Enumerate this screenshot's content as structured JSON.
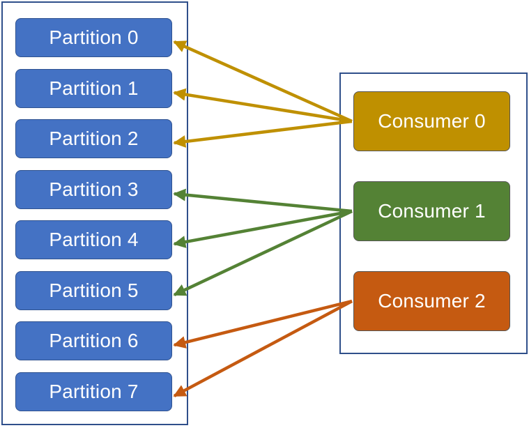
{
  "partitions": [
    {
      "label": "Partition 0"
    },
    {
      "label": "Partition 1"
    },
    {
      "label": "Partition 2"
    },
    {
      "label": "Partition 3"
    },
    {
      "label": "Partition 4"
    },
    {
      "label": "Partition 5"
    },
    {
      "label": "Partition 6"
    },
    {
      "label": "Partition 7"
    }
  ],
  "consumers": [
    {
      "label": "Consumer 0",
      "color": "#bf9000"
    },
    {
      "label": "Consumer 1",
      "color": "#548235"
    },
    {
      "label": "Consumer 2",
      "color": "#c55a11"
    }
  ],
  "assignments": [
    {
      "consumer": 0,
      "partitions": [
        0,
        1,
        2
      ]
    },
    {
      "consumer": 1,
      "partitions": [
        3,
        4,
        5
      ]
    },
    {
      "consumer": 2,
      "partitions": [
        6,
        7
      ]
    }
  ]
}
